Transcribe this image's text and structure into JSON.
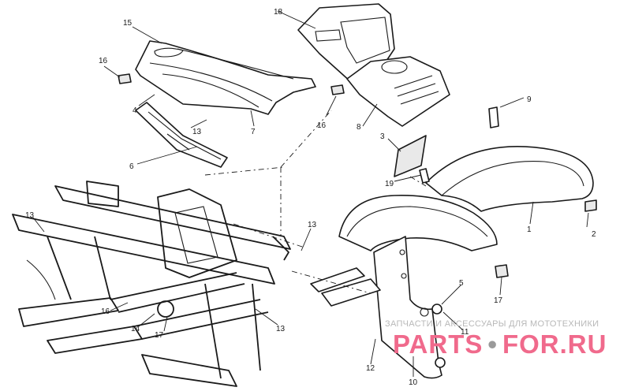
{
  "callouts": {
    "c1": "1",
    "c2": "2",
    "c3": "3",
    "c4": "4",
    "c5": "5",
    "c6": "6",
    "c7": "7",
    "c8": "8",
    "c9": "9",
    "c10": "10",
    "c11": "11",
    "c12": "12",
    "c13a": "13",
    "c13b": "13",
    "c13c": "13",
    "c13d": "13",
    "c14": "14",
    "c15": "15",
    "c16a": "16",
    "c16b": "16",
    "c16c": "16",
    "c17a": "17",
    "c17b": "17",
    "c18": "18",
    "c19": "19"
  },
  "watermark": {
    "tagline": "ЗАПЧАСТИ И АКСЕССУАРЫ ДЛЯ МОТОТЕХНИКИ",
    "brand_part1": "PARTS",
    "brand_part2": "FOR.RU",
    "colors": {
      "primary": "#f06a8c",
      "dot": "#9a9a9a"
    }
  }
}
